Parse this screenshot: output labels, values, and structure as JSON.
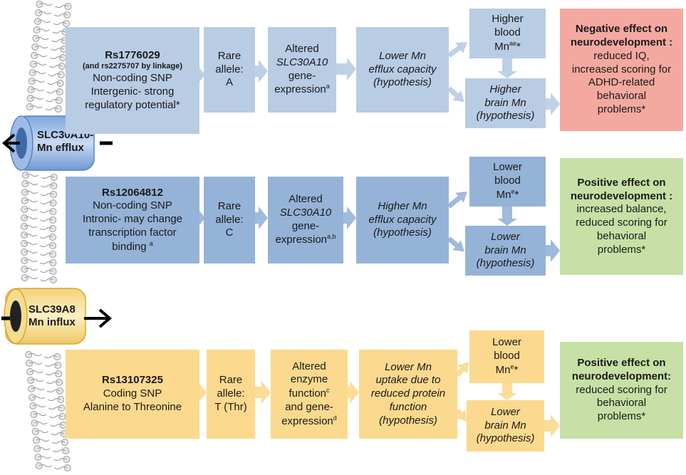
{
  "colors": {
    "row1": "#b8cce4",
    "row2": "#95b3d7",
    "row3": "#fbd98e",
    "negative": "#f4a9a0",
    "positive": "#c6e0a5"
  },
  "channels": {
    "slc30a10": {
      "line1": "SLC30A10-",
      "line2": "Mn efflux"
    },
    "slc39a8": {
      "line1": "SLC39A8",
      "line2": "Mn influx"
    }
  },
  "row1": {
    "snp_id": "Rs1776029",
    "snp_linkage": "(and rs2275707 by linkage)",
    "snp_type": "Non-coding SNP",
    "snp_desc1": "Intergenic- strong",
    "snp_desc2": "regulatory potential*",
    "allele1": "Rare",
    "allele2": "allele:",
    "allele3": "A",
    "expr1": "Altered",
    "expr_gene": "SLC30A10",
    "expr2": "gene-",
    "expr3": "expression",
    "expr_sup": "a",
    "cap1": "Lower Mn",
    "cap2": "efflux capacity",
    "cap3": "(hypothesis)",
    "blood1": "Higher",
    "blood2": "blood",
    "blood3": "Mn",
    "blood_sup": "ae",
    "blood_star": "*",
    "brain1": "Higher",
    "brain2": "brain Mn",
    "brain3": "(hypothesis)",
    "effect_title1": "Negative effect on",
    "effect_title2": "neurodevelopment :",
    "effect1": "reduced IQ,",
    "effect2": "increased scoring for",
    "effect3": "ADHD-related",
    "effect4": "behavioral",
    "effect5": "problems*"
  },
  "row2": {
    "snp_id": "Rs12064812",
    "snp_type": "Non-coding SNP",
    "snp_desc1": "Intronic- may change",
    "snp_desc2": "transcription factor",
    "snp_desc3": "binding",
    "snp_sup": "a",
    "allele1": "Rare",
    "allele2": "allele:",
    "allele3": "C",
    "expr1": "Altered",
    "expr_gene": "SLC30A10",
    "expr2": "gene-",
    "expr3": "expression",
    "expr_sup": "a,b",
    "cap1": "Higher Mn",
    "cap2": "efflux capacity",
    "cap3": "(hypothesis)",
    "blood1": "Lower",
    "blood2": "blood",
    "blood3": "Mn",
    "blood_sup": "e",
    "blood_star": "*",
    "brain1": "Lower",
    "brain2": "brain Mn",
    "brain3": "(hypothesis)",
    "effect_title1": "Positive effect on",
    "effect_title2": "neurodevelopment :",
    "effect1": "increased balance,",
    "effect2": "reduced scoring for",
    "effect3": "behavioral",
    "effect4": "problems*"
  },
  "row3": {
    "snp_id": "Rs13107325",
    "snp_type": "Coding SNP",
    "snp_desc1": "Alanine to Threonine",
    "allele1": "Rare",
    "allele2": "allele:",
    "allele3": "T (Thr)",
    "expr1": "Altered",
    "expr2": "enzyme",
    "expr3": "function",
    "expr3_sup": "c",
    "expr4": "and gene-",
    "expr5": "expression",
    "expr5_sup": "d",
    "cap1": "Lower Mn",
    "cap2": "uptake due to",
    "cap3": "reduced protein",
    "cap4": "function",
    "cap5": "(hypothesis)",
    "blood1": "Lower",
    "blood2": "blood",
    "blood3": "Mn",
    "blood_sup": "e",
    "blood_star": "*",
    "brain1": "Lower",
    "brain2": "brain Mn",
    "brain3": "(hypothesis)",
    "effect_title1": "Positive effect on",
    "effect_title2": "neurodevelopment:",
    "effect1": "reduced scoring for",
    "effect2": "behavioral",
    "effect3": "problems*"
  }
}
